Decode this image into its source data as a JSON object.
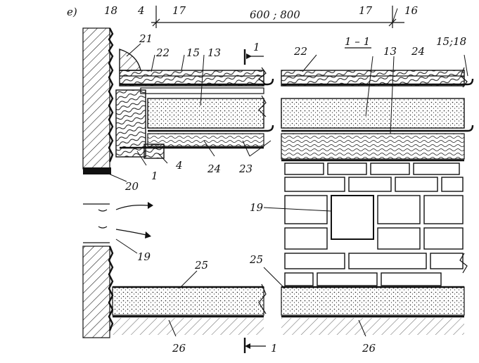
{
  "figure_tag": "е)",
  "dimension": "600 ; 800",
  "section_title": "1 – 1",
  "section_mark": "1",
  "labels": {
    "n18_top": "18",
    "n4_top": "4",
    "n17_left": "17",
    "n17_right": "17",
    "n16": "16",
    "n21": "21",
    "n22_left": "22",
    "n15": "15",
    "n13_left": "13",
    "n22_right": "22",
    "n13_right": "13",
    "n24_right": "24",
    "n15_18": "15;18",
    "n1": "1",
    "n4_mid": "4",
    "n24_left": "24",
    "n23": "23",
    "n20": "20",
    "n19_right": "19",
    "n19_left": "19",
    "n25_left": "25",
    "n25_right": "25",
    "n26_left": "26",
    "n26_right": "26"
  }
}
